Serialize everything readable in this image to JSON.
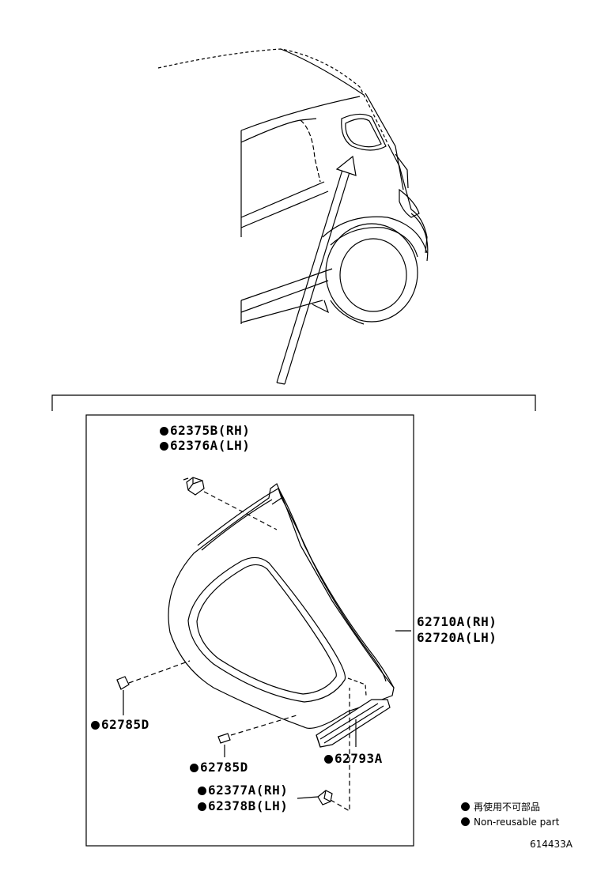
{
  "parts": {
    "clip_upper_rh": "62375B(RH)",
    "clip_upper_lh": "62376A(LH)",
    "panel_rh": "62710A(RH)",
    "panel_lh": "62720A(LH)",
    "clip_left": "62785D",
    "clip_lower": "62785D",
    "seal": "62793A",
    "clip_bottom_rh": "62377A(RH)",
    "clip_bottom_lh": "62378B(LH)"
  },
  "legend": {
    "jp": "再使用不可部品",
    "en": "Non-reusable part"
  },
  "figure_code": "614433A"
}
